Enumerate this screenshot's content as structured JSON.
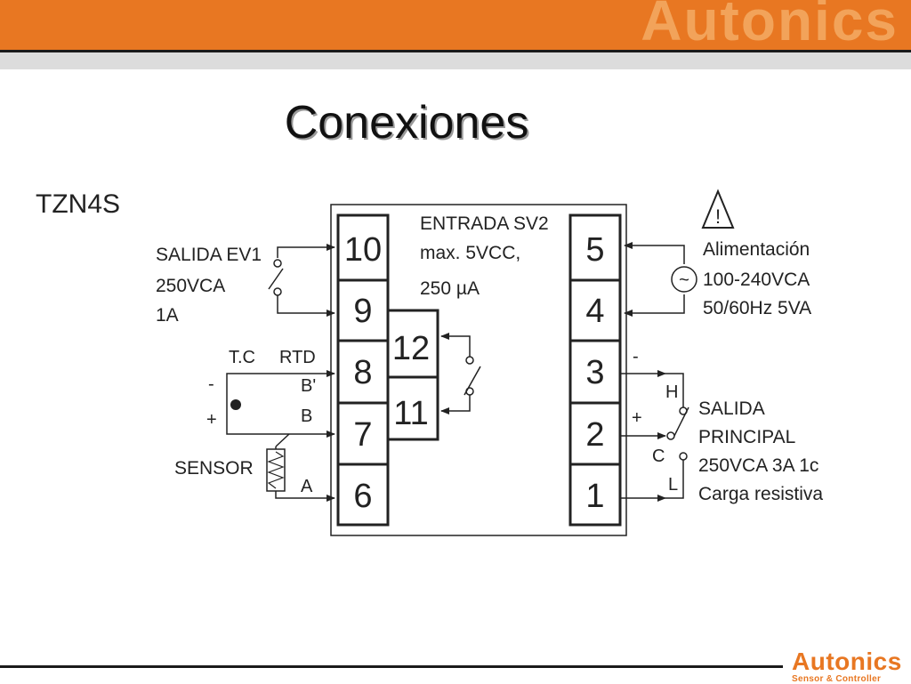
{
  "header": {
    "brand": "Autonics"
  },
  "slide": {
    "title": "Conexiones"
  },
  "diagram": {
    "model": "TZN4S",
    "input_label": [
      "ENTRADA SV2",
      "max. 5VCC,",
      "250 µA"
    ],
    "terminals_left": [
      "10",
      "9",
      "8",
      "7",
      "6"
    ],
    "terminals_mid": [
      "12",
      "11"
    ],
    "terminals_right": [
      "5",
      "4",
      "3",
      "2",
      "1"
    ],
    "ev1_output": [
      "SALIDA EV1",
      "250VCA",
      "1A"
    ],
    "sensor_labels": {
      "tc": "T.C",
      "rtd": "RTD",
      "minus": "-",
      "plus": "+",
      "b_prime": "B'",
      "b": "B",
      "a": "A",
      "sensor": "SENSOR"
    },
    "power": {
      "warning_symbol": "!",
      "ac_symbol": "~",
      "lines": [
        "Alimentación",
        "100-240VCA",
        "50/60Hz 5VA"
      ]
    },
    "main_output": {
      "minus": "-",
      "plus": "+",
      "h": "H",
      "c": "C",
      "l": "L",
      "lines": [
        "SALIDA",
        "PRINCIPAL",
        "250VCA 3A 1c",
        "Carga resistiva"
      ]
    }
  },
  "footer": {
    "brand": "Autonics",
    "tagline": "Sensor & Controller"
  }
}
